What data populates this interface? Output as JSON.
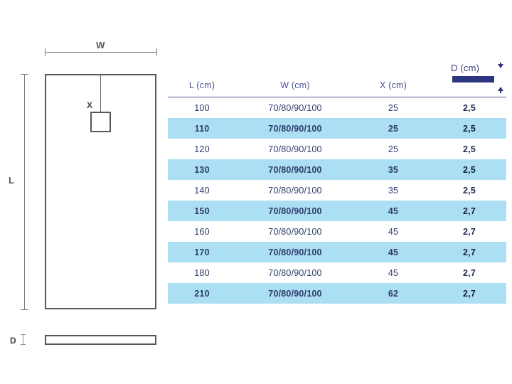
{
  "drawing": {
    "width_label": "W",
    "length_label": "L",
    "drain_label": "X",
    "depth_label": "D",
    "plan_view_name": "shower-tray-plan-view",
    "profile_view_name": "shower-tray-side-profile"
  },
  "legend": {
    "depth_label": "D (cm)",
    "bar_color": "#2b3580",
    "arrow_color": "#2b3580"
  },
  "table": {
    "headers": [
      "L (cm)",
      "W (cm)",
      "X (cm)",
      ""
    ],
    "header_color": "#4a5596",
    "stripe_color": "#addff4",
    "text_color": "#2d3d6b",
    "rows": [
      {
        "l": "100",
        "w": "70/80/90/100",
        "x": "25",
        "d": "2,5"
      },
      {
        "l": "110",
        "w": "70/80/90/100",
        "x": "25",
        "d": "2,5"
      },
      {
        "l": "120",
        "w": "70/80/90/100",
        "x": "25",
        "d": "2,5"
      },
      {
        "l": "130",
        "w": "70/80/90/100",
        "x": "35",
        "d": "2,5"
      },
      {
        "l": "140",
        "w": "70/80/90/100",
        "x": "35",
        "d": "2,5"
      },
      {
        "l": "150",
        "w": "70/80/90/100",
        "x": "45",
        "d": "2,7"
      },
      {
        "l": "160",
        "w": "70/80/90/100",
        "x": "45",
        "d": "2,7"
      },
      {
        "l": "170",
        "w": "70/80/90/100",
        "x": "45",
        "d": "2,7"
      },
      {
        "l": "180",
        "w": "70/80/90/100",
        "x": "45",
        "d": "2,7"
      },
      {
        "l": "210",
        "w": "70/80/90/100",
        "x": "62",
        "d": "2,7"
      }
    ]
  }
}
